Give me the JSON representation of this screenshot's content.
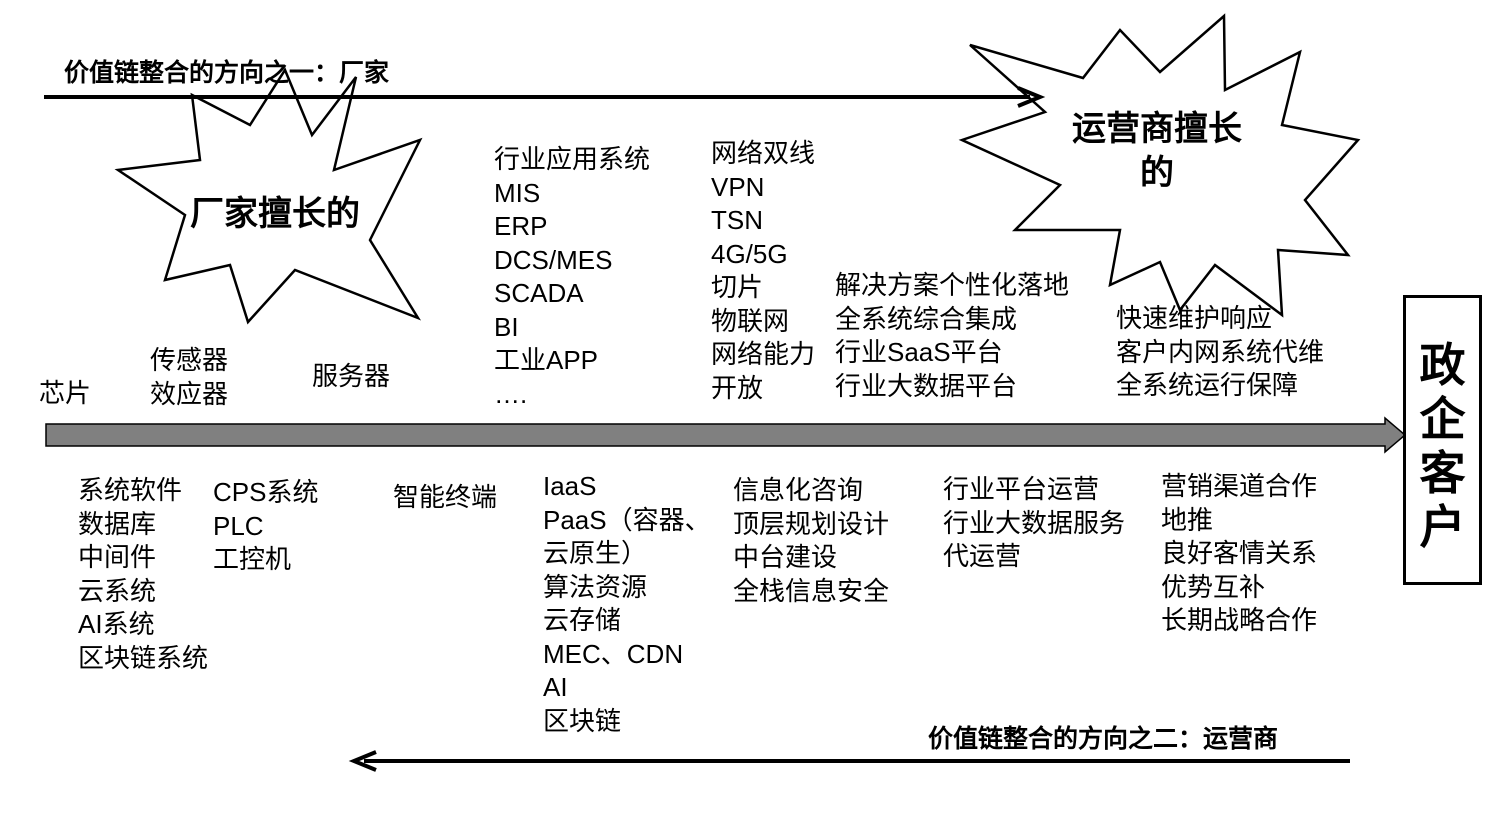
{
  "directions": {
    "vendor": "价值链整合的方向之一：厂家",
    "operator": "价值链整合的方向之二：运营商"
  },
  "bursts": {
    "vendor": "厂家擅长的",
    "operator": [
      "运营商擅长",
      "的"
    ]
  },
  "customer": [
    "政",
    "企",
    "客",
    "户"
  ],
  "upper": {
    "chip": [
      "芯片"
    ],
    "sensors": [
      "传感器",
      "效应器"
    ],
    "servers": [
      "服务器"
    ],
    "industry_apps": [
      "行业应用系统",
      "MIS",
      "ERP",
      "DCS/MES",
      "SCADA",
      "BI",
      "工业APP",
      "…."
    ],
    "network": [
      "网络双线",
      "VPN",
      "TSN",
      "4G/5G",
      "切片",
      "物联网",
      "网络能力",
      "开放"
    ],
    "solutions": [
      "解决方案个性化落地",
      "全系统综合集成",
      "行业SaaS平台",
      "行业大数据平台"
    ],
    "maintenance": [
      "快速维护响应",
      "客户内网系统代维",
      "全系统运行保障"
    ]
  },
  "lower": {
    "software": [
      "系统软件",
      "数据库",
      "中间件",
      "云系统",
      "AI系统",
      "区块链系统"
    ],
    "cps": [
      "CPS系统",
      "PLC",
      "工控机"
    ],
    "terminals": [
      "智能终端"
    ],
    "cloud": [
      "IaaS",
      "PaaS（容器、",
      "云原生）",
      "算法资源",
      "云存储",
      "MEC、CDN",
      "AI",
      "区块链"
    ],
    "consulting": [
      "信息化咨询",
      "顶层规划设计",
      "中台建设",
      "全栈信息安全"
    ],
    "operations": [
      "行业平台运营",
      "行业大数据服务",
      "代运营"
    ],
    "channels": [
      "营销渠道合作",
      "地推",
      "良好客情关系",
      "优势互补",
      "长期战略合作"
    ]
  },
  "colors": {
    "main_arrow_fill": "#808080",
    "stroke": "#000000"
  }
}
